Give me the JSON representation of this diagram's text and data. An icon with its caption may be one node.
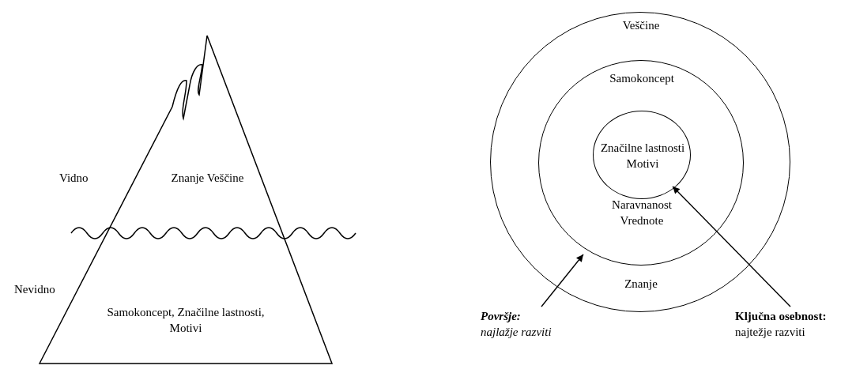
{
  "diagram": {
    "nodes": [
      {
        "text": [
          "Znanje Veščine",
          "Samokoncept, Značilne lastnosti, Motivi"
        ]
      },
      {
        "text": [
          "Veščine",
          "Znanje"
        ]
      },
      {
        "text": [
          "Samokoncept",
          "Naravnanost Vrednote"
        ],
        "in": 1
      },
      {
        "text": [
          "Značilne lastnosti Motivi"
        ],
        "in": 2
      },
      {
        "text": [
          "Površje:",
          "najlažje razviti"
        ]
      },
      {
        "text": [
          "Ključna osebnost:",
          "najtežje razviti"
        ]
      }
    ],
    "edges": [
      {
        "from": 4,
        "to": 1,
        "arrow": "to"
      },
      {
        "from": 5,
        "to": 3,
        "arrow": "to"
      }
    ],
    "labels": [
      "Vidno",
      "Nevidno"
    ]
  }
}
